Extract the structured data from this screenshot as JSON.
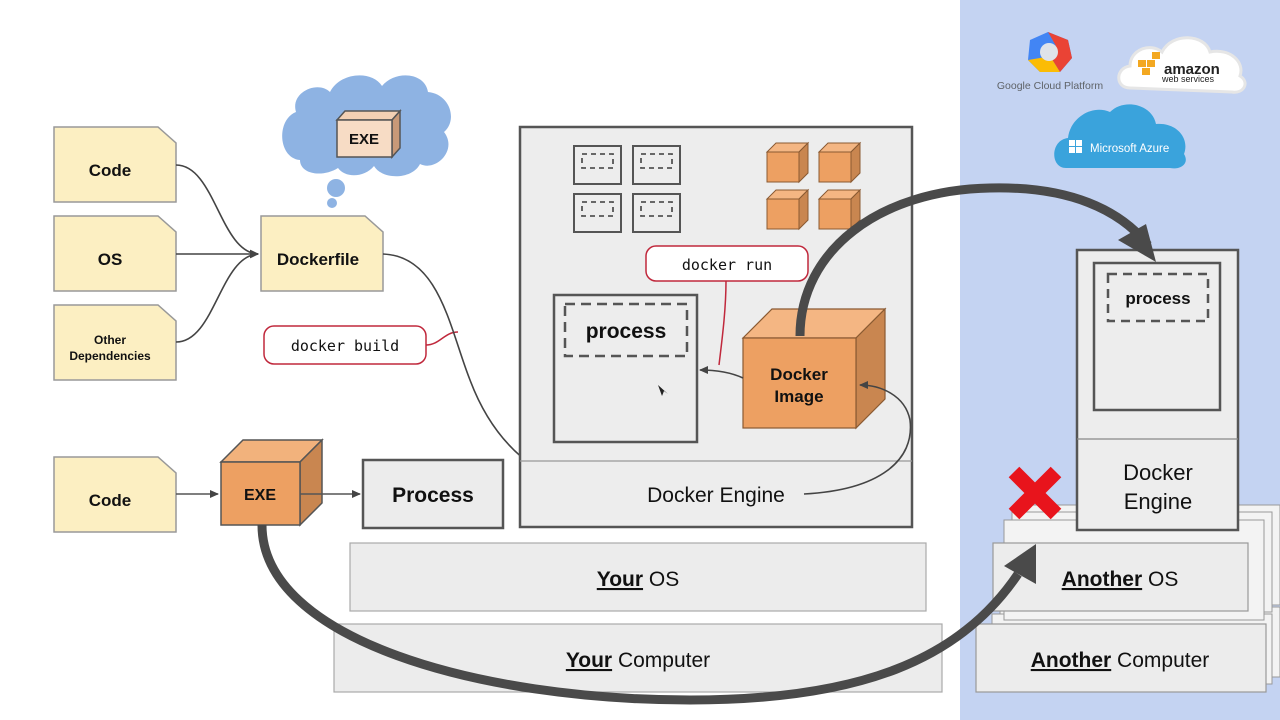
{
  "inputs": {
    "code": "Code",
    "os": "OS",
    "other_deps_line1": "Other",
    "other_deps_line2": "Dependencies"
  },
  "dockerfile": "Dockerfile",
  "thought_bubble_exe": "EXE",
  "commands": {
    "build": "docker build",
    "run": "docker run"
  },
  "traditional": {
    "code": "Code",
    "exe": "EXE",
    "process": "Process"
  },
  "your_machine": {
    "process": "process",
    "docker_image_line1": "Docker",
    "docker_image_line2": "Image",
    "docker_engine": "Docker Engine",
    "os_bold": "Your",
    "os_rest": " OS",
    "computer_bold": "Your",
    "computer_rest": " Computer"
  },
  "cloud_providers": {
    "google": "Google Cloud Platform",
    "aws_line1": "amazon",
    "aws_line2": "web services",
    "azure": "Microsoft Azure"
  },
  "another_machine": {
    "process": "process",
    "docker_engine_line1": "Docker",
    "docker_engine_line2": "Engine",
    "os_bold": "Another",
    "os_rest": " OS",
    "computer_bold": "Another",
    "computer_rest": " Computer"
  },
  "colors": {
    "note_fill": "#fcefc2",
    "orange_box": "#eda062",
    "cloud_panel": "#c4d3f2",
    "command_border": "#c0283c",
    "fail_x": "#e8141c"
  }
}
